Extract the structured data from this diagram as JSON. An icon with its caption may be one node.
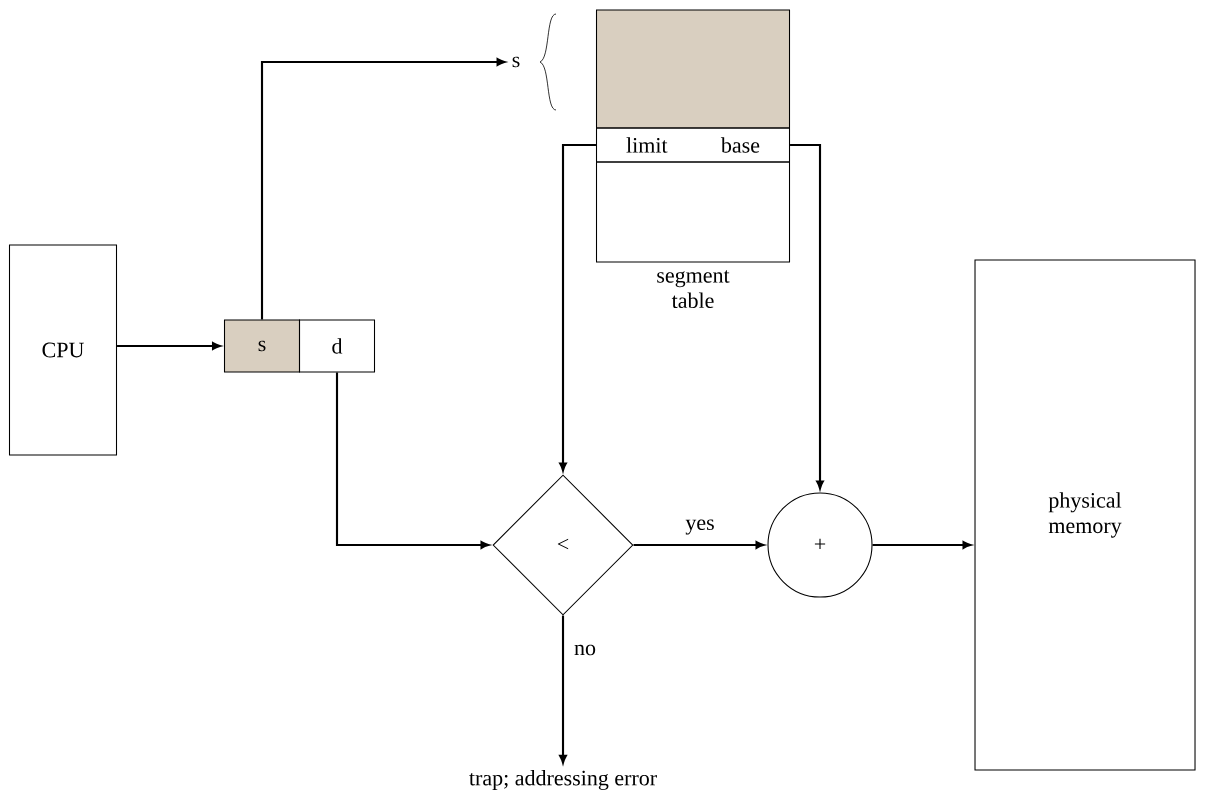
{
  "diagram": {
    "nodes": [
      {
        "text": [
          "CPU"
        ]
      },
      {
        "text": [
          "s"
        ]
      },
      {
        "text": [
          "d"
        ]
      },
      {
        "text": [
          "s"
        ]
      },
      {
        "text": [],
        "shape": "box"
      },
      {
        "text": [
          "limit",
          "base"
        ]
      },
      {
        "text": [],
        "shape": "box",
        "beside": [
          "segment table"
        ]
      },
      {
        "text": [
          "<"
        ]
      },
      {
        "text": [
          "+"
        ]
      },
      {
        "text": [
          "physical memory"
        ]
      },
      {
        "text": [
          "trap; addressing error"
        ]
      }
    ],
    "edges": [
      {
        "from": 0,
        "to": 1,
        "arrow": "to"
      },
      {
        "from": 1,
        "to": 3,
        "arrow": "to"
      },
      {
        "from": 5,
        "to": 7,
        "arrow": "to"
      },
      {
        "from": 5,
        "to": 8,
        "arrow": "to"
      },
      {
        "from": 2,
        "to": 7,
        "arrow": "to"
      },
      {
        "from": 7,
        "to": 8,
        "arrow": "to",
        "label": "yes"
      },
      {
        "from": 7,
        "to": 10,
        "arrow": "to",
        "label": "no"
      },
      {
        "from": 8,
        "to": 9,
        "arrow": "to"
      }
    ]
  }
}
